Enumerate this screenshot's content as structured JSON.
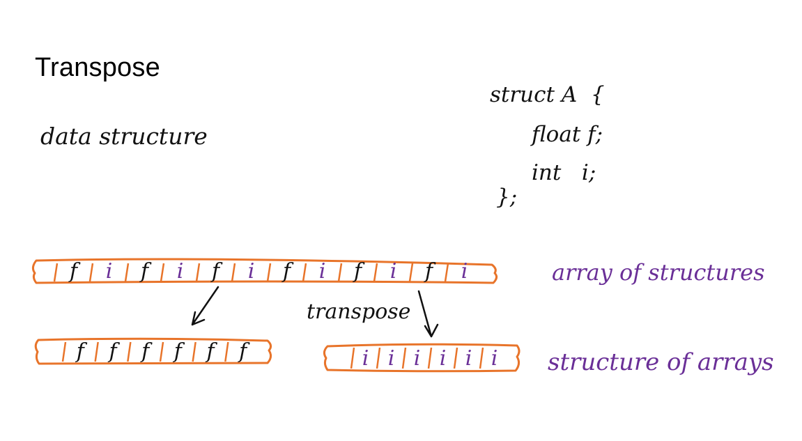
{
  "title": "Transpose",
  "subtitle": "data structure",
  "code": [
    "struct A  {",
    "float f;",
    "int   i;",
    "};"
  ],
  "colors": {
    "strip": "#e8742a",
    "field_f": "#111111",
    "field_i": "#6a2f97"
  },
  "aos": {
    "label": "array of structures",
    "cells": [
      "f",
      "i",
      "f",
      "i",
      "f",
      "i",
      "f",
      "i",
      "f",
      "i",
      "f",
      "i"
    ]
  },
  "transpose_label": "transpose",
  "soa": {
    "label": "structure of arrays",
    "f_cells": [
      "f",
      "f",
      "f",
      "f",
      "f",
      "f"
    ],
    "i_cells": [
      "i",
      "i",
      "i",
      "i",
      "i",
      "i"
    ]
  },
  "icons": [
    "arrow-down-left-icon",
    "arrow-down-right-icon"
  ]
}
